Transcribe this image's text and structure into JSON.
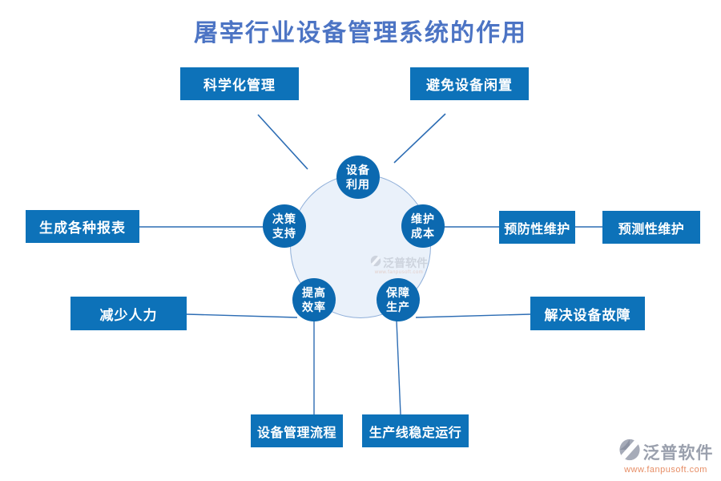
{
  "title": "屠宰行业设备管理系统的作用",
  "hub": {
    "nodes": [
      {
        "id": "equipment-utilization",
        "line1": "设备",
        "line2": "利用"
      },
      {
        "id": "decision-support",
        "line1": "决策",
        "line2": "支持"
      },
      {
        "id": "maintenance-cost",
        "line1": "维护",
        "line2": "成本"
      },
      {
        "id": "improve-efficiency",
        "line1": "提高",
        "line2": "效率"
      },
      {
        "id": "ensure-production",
        "line1": "保障",
        "line2": "生产"
      }
    ]
  },
  "boxes": [
    {
      "id": "scientific-management",
      "label": "科学化管理"
    },
    {
      "id": "avoid-equipment-idle",
      "label": "避免设备闲置"
    },
    {
      "id": "generate-reports",
      "label": "生成各种报表"
    },
    {
      "id": "preventive-maintenance",
      "label": "预防性维护"
    },
    {
      "id": "predictive-maintenance",
      "label": "预测性维护"
    },
    {
      "id": "reduce-manpower",
      "label": "减少人力"
    },
    {
      "id": "solve-equipment-failure",
      "label": "解决设备故障"
    },
    {
      "id": "equipment-management-process",
      "label": "设备管理流程"
    },
    {
      "id": "production-line-stable",
      "label": "生产线稳定运行"
    }
  ],
  "watermark": {
    "brand": "泛普软件",
    "url": "www.fanpusoft.com"
  },
  "colors": {
    "title_blue": "#4c74c4",
    "box_blue": "#0d72b9",
    "node_blue": "#0c69b0",
    "hub_fill": "#eaf1fa",
    "hub_border": "#8fafd9",
    "connector_blue": "#2d6db4",
    "logo_gray": "#9aa0ad",
    "url_orange": "#e78e66"
  }
}
